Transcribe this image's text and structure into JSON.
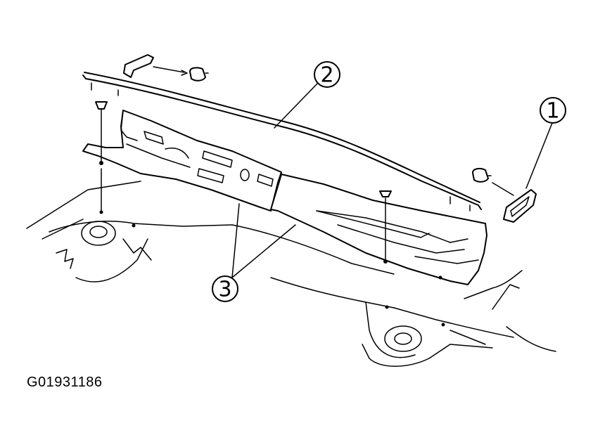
{
  "figure_code": "G01931186",
  "callouts": {
    "c1": "1",
    "c2": "2",
    "c3": "3"
  }
}
